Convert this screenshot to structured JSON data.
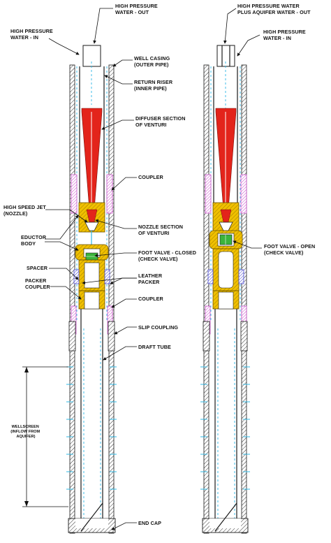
{
  "colors": {
    "venturi": "#e3241b",
    "brass": "#f0c000",
    "coupler_purple": "#cc55cc",
    "packer_blue": "#4a4ad0",
    "flow_cyan": "#2fb8e6",
    "line": "#1a1a1a"
  },
  "left_pump": {
    "labels": {
      "hp_out": [
        "HIGH PRESSURE",
        "WATER - OUT"
      ],
      "hp_in": [
        "HIGH PRESSURE",
        "WATER - IN"
      ],
      "well_casing": [
        "WELL CASING",
        "(OUTER PIPE)"
      ],
      "return_riser": [
        "RETURN RISER",
        "(INNER PIPE)"
      ],
      "diffuser": [
        "DIFFUSER SECTION",
        "OF VENTURI"
      ],
      "coupler_top": [
        "COUPLER"
      ],
      "jet": [
        "HIGH SPEED JET",
        "(NOZZLE)"
      ],
      "nozzle_section": [
        "NOZZLE SECTION",
        "OF VENTURI"
      ],
      "eductor": [
        "EDUCTOR",
        "BODY"
      ],
      "foot_valve_closed": [
        "FOOT VALVE - CLOSED",
        "(CHECK VALVE)"
      ],
      "spacer": [
        "SPACER"
      ],
      "leather": [
        "LEATHER",
        "PACKER"
      ],
      "packer_coupler": [
        "PACKER",
        "COUPLER"
      ],
      "coupler_bottom": [
        "COUPLER"
      ],
      "slip": [
        "SLIP COUPLING"
      ],
      "draft": [
        "DRAFT TUBE"
      ],
      "wellscreen": [
        "WELLSCREEN",
        "(INFLOW FROM",
        "AQUIFER)"
      ],
      "end_cap": [
        "END CAP"
      ]
    }
  },
  "right_pump": {
    "labels": {
      "hp_out": [
        "HIGH PRESSURE WATER",
        "PLUS AQUIFER WATER - OUT"
      ],
      "hp_in": [
        "HIGH PRESSURE",
        "WATER - IN"
      ],
      "foot_valve_open": [
        "FOOT VALVE - OPEN",
        "(CHECK VALVE)"
      ]
    }
  }
}
